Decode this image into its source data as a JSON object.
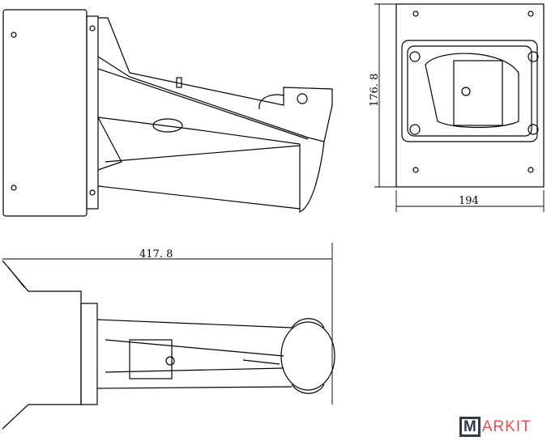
{
  "dimensions": {
    "height": "176. 8",
    "width": "194",
    "length": "417. 8"
  },
  "watermark": {
    "brand": "MARKIT",
    "letter_box": "M",
    "rest": "ARKIT",
    "colors": {
      "box": "#2f3a4a",
      "text": "#e0524a"
    }
  }
}
